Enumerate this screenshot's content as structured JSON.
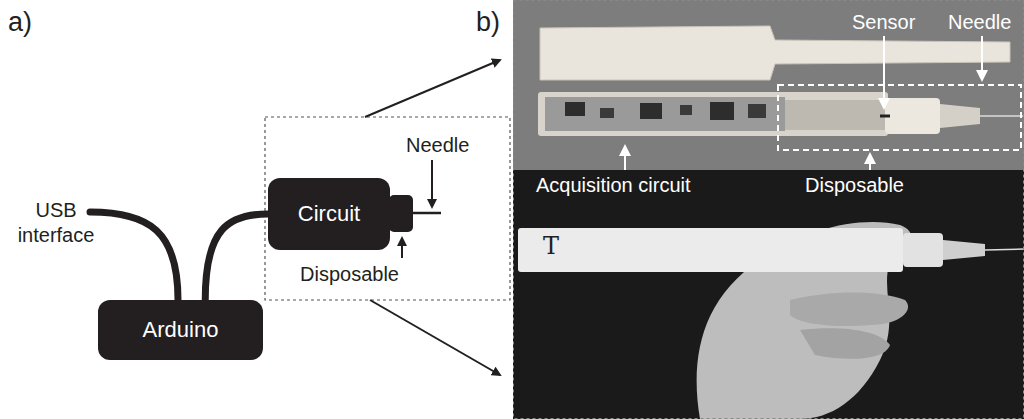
{
  "diagram": {
    "nodes": [
      {
        "text": [
          "Circuit"
        ]
      },
      {
        "text": [
          "Arduino"
        ]
      }
    ],
    "edges": [
      {
        "from": 1,
        "to": 0,
        "arrow": "none"
      }
    ],
    "labels": [
      "a)",
      "b)",
      "USB interface",
      "Needle",
      "Disposable",
      "Sensor",
      "Needle",
      "Acquisition circuit",
      "Disposable",
      "T"
    ]
  }
}
